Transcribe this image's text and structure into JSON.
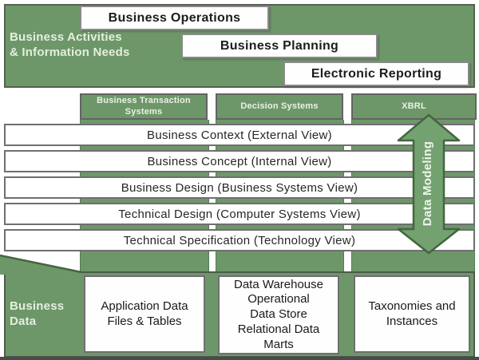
{
  "colors": {
    "green_fill": "#6e9769",
    "arrow_fill": "#74a170",
    "dark_green_border": "#43663f",
    "gray_border": "#6f6f6f",
    "light_text": "#e3efdf",
    "dark_text": "#262626"
  },
  "header": {
    "label": "Business Activities\n& Information Needs",
    "boxes": [
      {
        "label": "Business Operations"
      },
      {
        "label": "Business Planning"
      },
      {
        "label": "Electronic Reporting"
      }
    ]
  },
  "systems": [
    {
      "label": "Business Transaction\nSystems"
    },
    {
      "label": "Decision Systems"
    },
    {
      "label": "XBRL"
    }
  ],
  "layers": [
    {
      "label": "Business Context (External View)"
    },
    {
      "label": "Business Concept (Internal View)"
    },
    {
      "label": "Business Design (Business Systems View)"
    },
    {
      "label": "Technical Design (Computer Systems View)"
    },
    {
      "label": "Technical Specification (Technology View)"
    }
  ],
  "arrow": {
    "label": "Data Modeling"
  },
  "bottom": {
    "label": "Business\nData",
    "boxes": [
      {
        "label": "Application Data\nFiles & Tables"
      },
      {
        "label": "Data Warehouse\nOperational\nData Store\nRelational Data\nMarts"
      },
      {
        "label": "Taxonomies and\nInstances"
      }
    ]
  }
}
